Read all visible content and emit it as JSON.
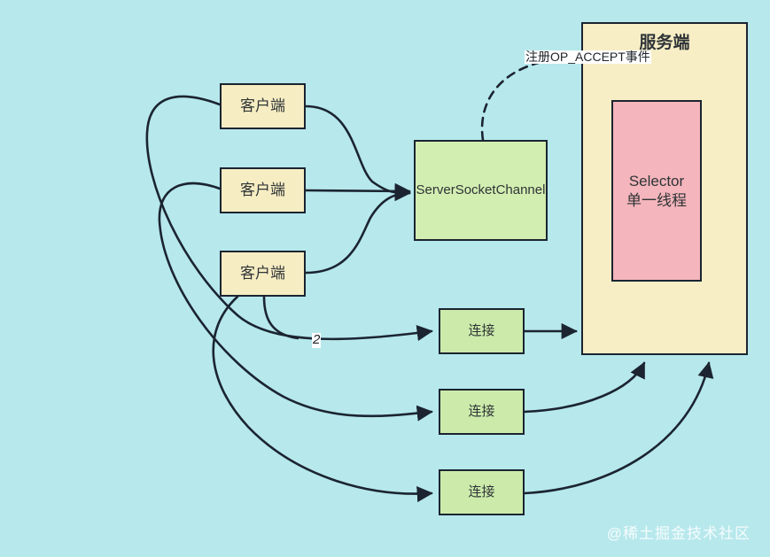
{
  "diagram": {
    "background_color": "#b6e8ec",
    "stroke_color": "#1b2430",
    "title_watermark": "@稀土掘金技术社区",
    "nodes": {
      "client1": {
        "label": "客户端",
        "fill": "#f7edc3"
      },
      "client2": {
        "label": "客户端",
        "fill": "#f7edc3"
      },
      "client3": {
        "label": "客户端",
        "fill": "#f7edc3"
      },
      "server_socket_channel": {
        "label": "ServerSocketChannel",
        "fill": "#d3eeb1"
      },
      "connection1": {
        "label": "连接",
        "fill": "#ccebab"
      },
      "connection2": {
        "label": "连接",
        "fill": "#ccebab"
      },
      "connection3": {
        "label": "连接",
        "fill": "#ccebab"
      },
      "server": {
        "label": "服务端",
        "fill": "#f7eec6"
      },
      "selector": {
        "label": "Selector\n单一线程",
        "fill": "#f4b5bc"
      }
    },
    "edge_labels": {
      "register_accept": "注册OP_ACCEPT事件",
      "connection_count": "2"
    }
  }
}
